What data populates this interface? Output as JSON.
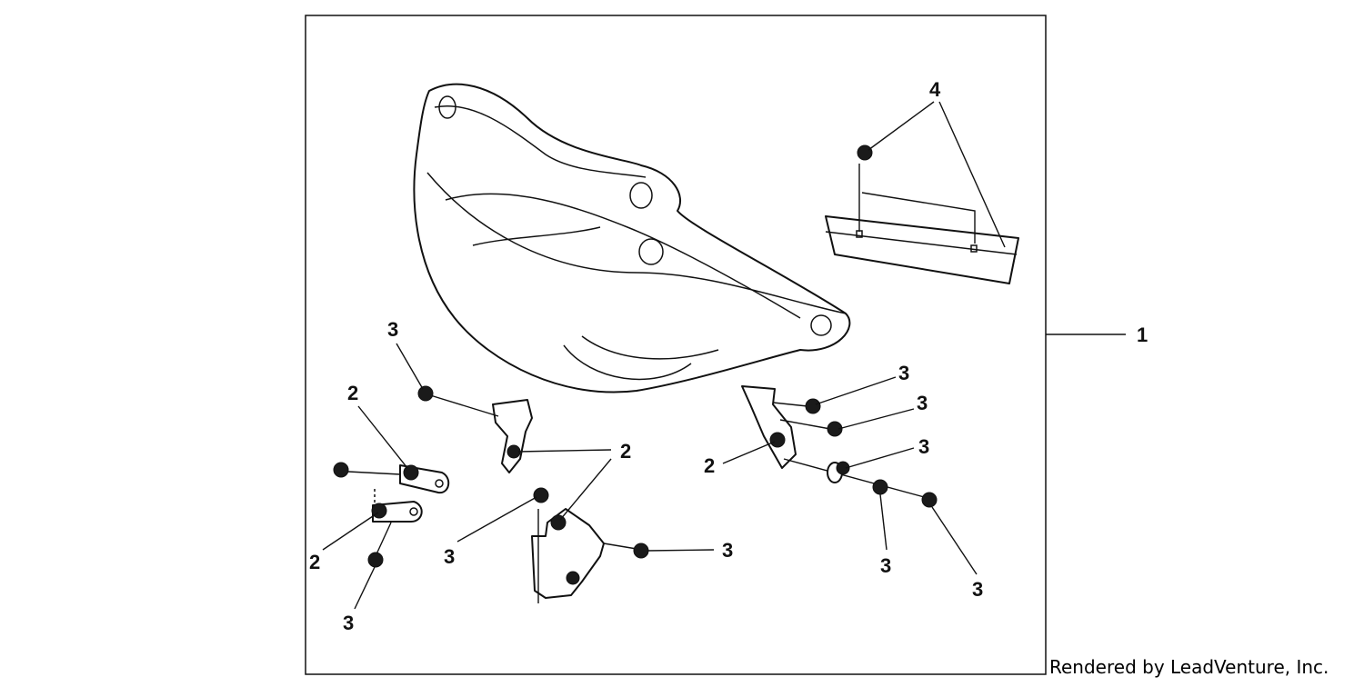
{
  "diagram": {
    "callouts": {
      "c1": "1",
      "c2": "2",
      "c3": "3",
      "c4": "4"
    },
    "credit": "Rendered by LeadVenture, Inc."
  }
}
